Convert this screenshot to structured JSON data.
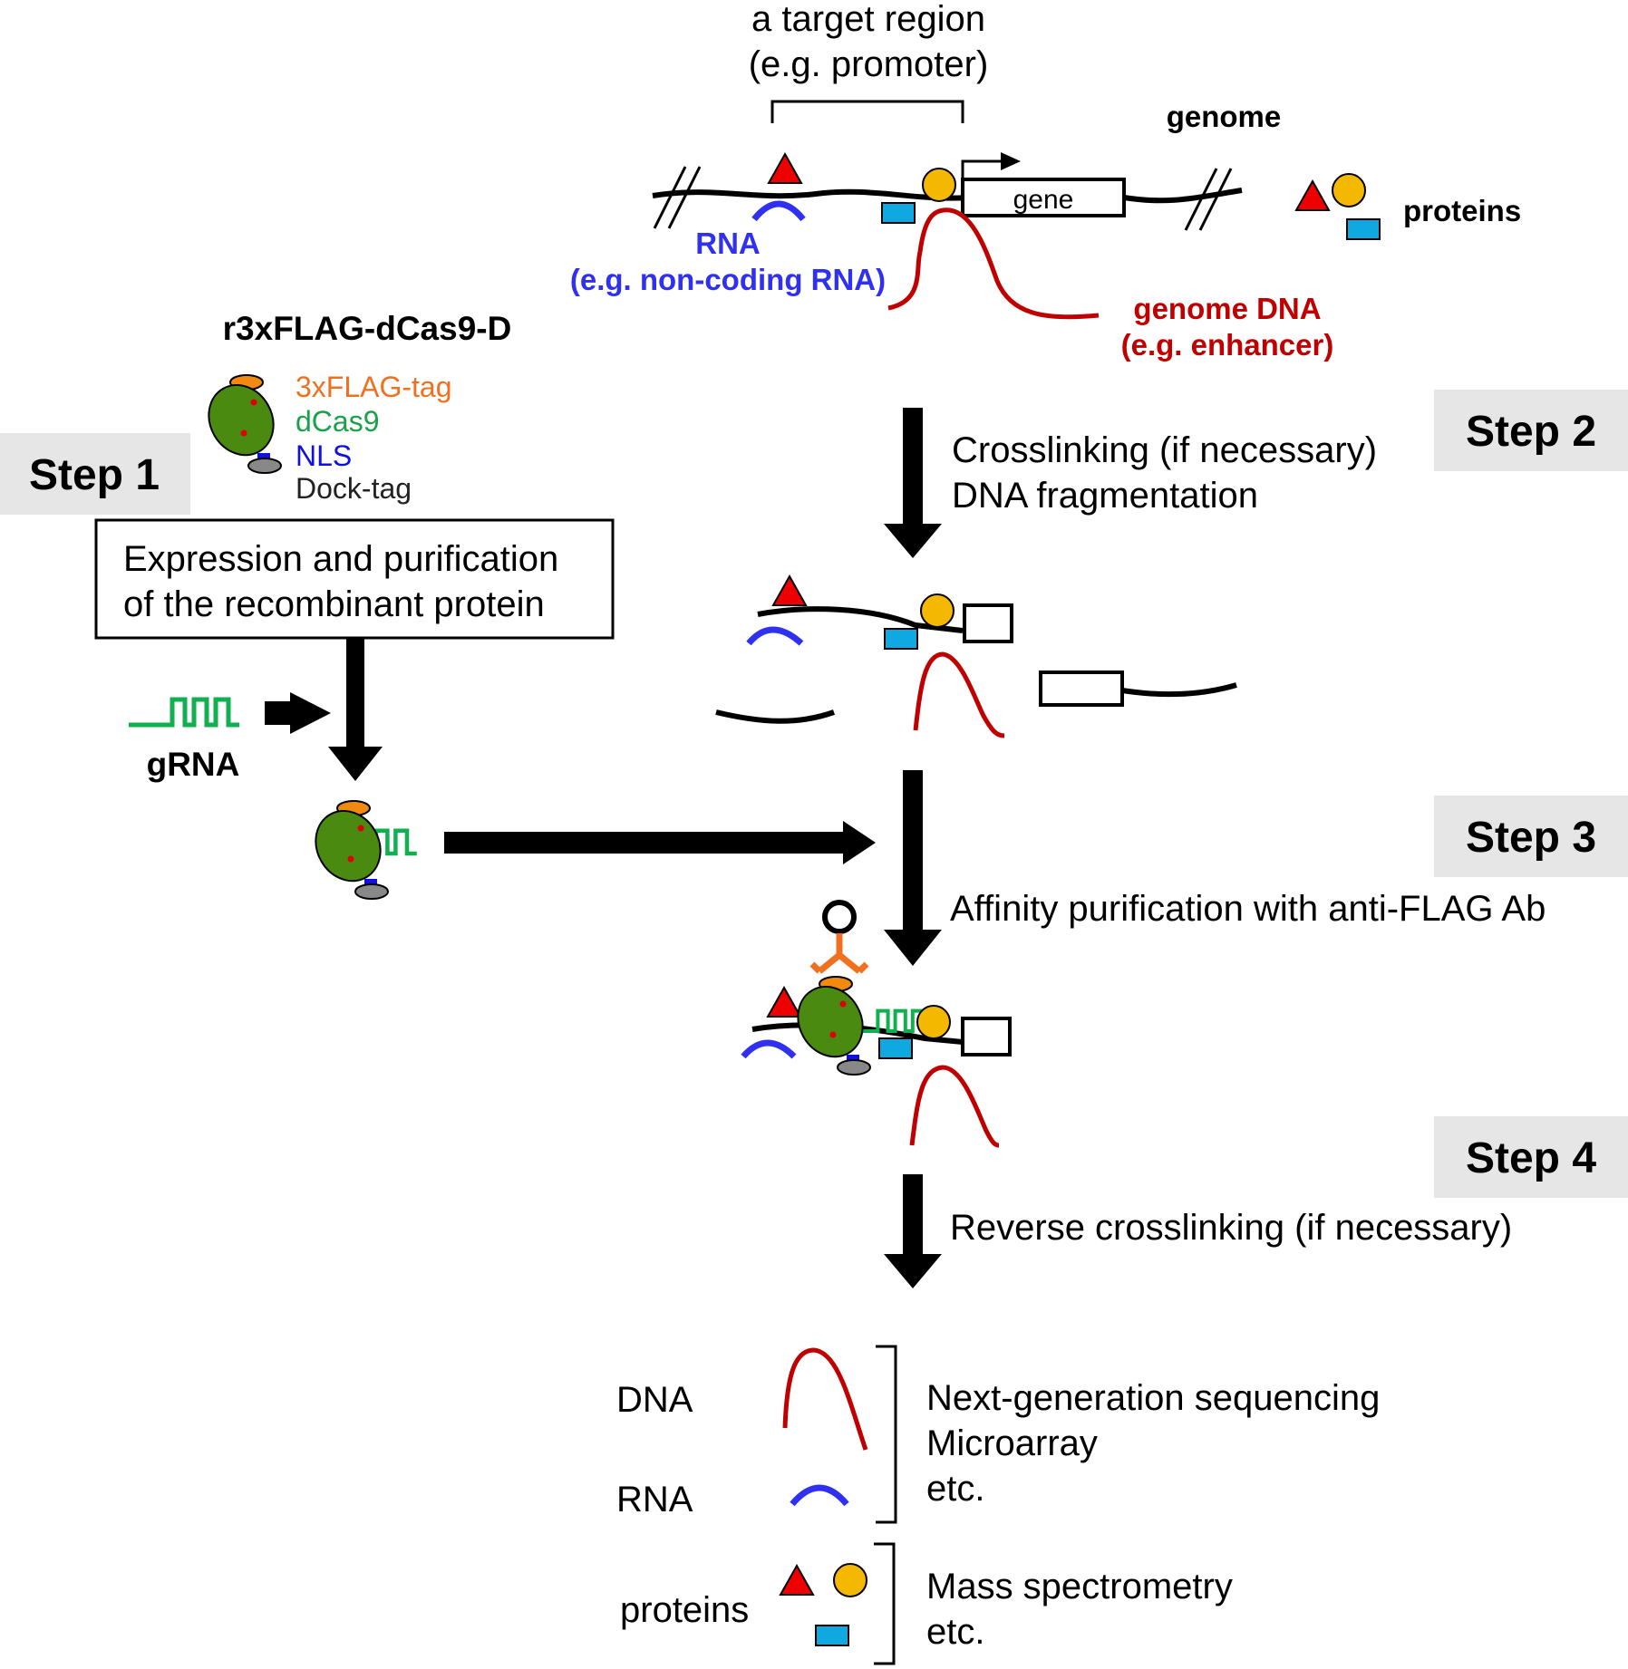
{
  "target_region": {
    "line1": "a target region",
    "line2": "(e.g. promoter)"
  },
  "genome": {
    "label": "genome",
    "gene_label": "gene",
    "proteins_label": "proteins",
    "rna_label": "RNA",
    "rna_example": "(e.g. non-coding RNA)",
    "dna_label": "genome DNA",
    "dna_example": "(e.g. enhancer)"
  },
  "construct": {
    "title": "r3xFLAG-dCas9-D",
    "legend": [
      {
        "label": "3xFLAG-tag",
        "color": "#f07020"
      },
      {
        "label": "dCas9",
        "color": "#1aa14a"
      },
      {
        "label": "NLS",
        "color": "#1010e0"
      },
      {
        "label": "Dock-tag",
        "color": "#222222"
      }
    ]
  },
  "steps": {
    "step1": {
      "label": "Step 1",
      "box_line1": "Expression and purification",
      "box_line2": "of the recombinant protein",
      "grna_label": "gRNA"
    },
    "step2": {
      "label": "Step 2",
      "line1": "Crosslinking (if necessary)",
      "line2": "DNA fragmentation"
    },
    "step3": {
      "label": "Step 3",
      "line1": "Affinity purification with anti-FLAG Ab"
    },
    "step4": {
      "label": "Step 4",
      "line1": "Reverse crosslinking (if necessary)"
    }
  },
  "results": {
    "dna_label": "DNA",
    "rna_label": "RNA",
    "proteins_label": "proteins",
    "nucleic_methods": [
      "Next-generation sequencing",
      "Microarray",
      "etc."
    ],
    "protein_methods": [
      "Mass spectrometry",
      "etc."
    ]
  },
  "colors": {
    "red_triangle": "#ee0000",
    "yellow_circle": "#f5b800",
    "blue_square": "#10a8e0",
    "rna_blue": "#3030f0",
    "dna_red": "#c00000",
    "grna_green": "#10b050",
    "dcas9_green": "#4a8a10",
    "flag_orange": "#f28a10",
    "antibody_orange": "#f07020",
    "step_bg": "#e6e6e6"
  }
}
